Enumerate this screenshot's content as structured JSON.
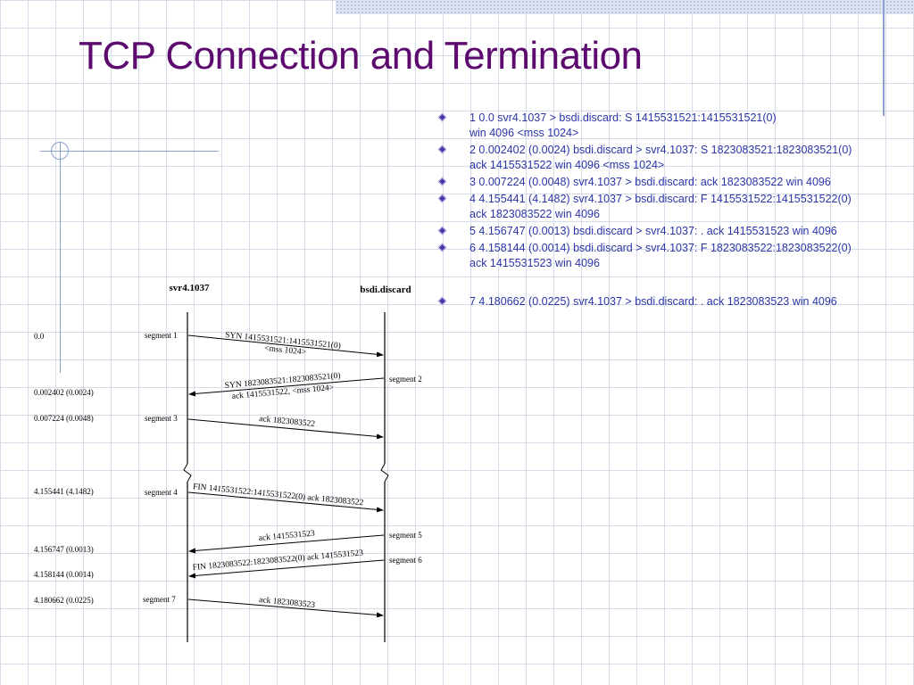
{
  "title": "TCP Connection and Termination",
  "bullets": [
    {
      "line1": "1 0.0 svr4.1037 > bsdi.discard: S 1415531521:1415531521(0)",
      "line2": "win 4096 <mss 1024>"
    },
    {
      "line1": "2 0.002402 (0.0024) bsdi.discard > svr4.1037: S 1823083521:1823083521(0)",
      "line2": "ack 1415531522 win 4096 <mss 1024>"
    },
    {
      "line1": "3 0.007224 (0.0048) svr4.1037 > bsdi.discard: ack 1823083522 win 4096",
      "line2": ""
    },
    {
      "line1": "4 4.155441 (4.1482) svr4.1037 > bsdi.discard: F 1415531522:1415531522(0)",
      "line2": "ack 1823083522 win 4096"
    },
    {
      "line1": "5 4.156747 (0.0013) bsdi.discard > svr4.1037: . ack 1415531523 win 4096",
      "line2": ""
    },
    {
      "line1": "6 4.158144 (0.0014) bsdi.discard > svr4.1037: F 1823083522:1823083522(0)",
      "line2": "ack 1415531523 win 4096"
    },
    {
      "line1": "7 4.180662 (0.0225) svr4.1037 > bsdi.discard: . ack 1823083523 win 4096",
      "line2": ""
    }
  ],
  "diagram": {
    "left_host": "svr4.1037",
    "right_host": "bsdi.discard",
    "times": [
      "0.0",
      "0.002402 (0.0024)",
      "0.007224 (0.0048)",
      "4.155441 (4.1482)",
      "4.156747 (0.0013)",
      "4.158144 (0.0014)",
      "4.180662 (0.0225)"
    ],
    "segments": [
      "segment 1",
      "segment 2",
      "segment 3",
      "segment 4",
      "segment 5",
      "segment 6",
      "segment 7"
    ],
    "labels": {
      "s1a": "SYN 1415531521:1415531521(0)",
      "s1b": "<mss 1024>",
      "s2a": "SYN 1823083521:1823083521(0)",
      "s2b": "ack 1415531522, <mss 1024>",
      "s3": "ack 1823083522",
      "s4": "FIN 1415531522:1415531522(0) ack 1823083522",
      "s5": "ack 1415531523",
      "s6": "FIN 1823083522:1823083522(0) ack 1415531523",
      "s7": "ack 1823083523"
    }
  },
  "colors": {
    "title": "#5c0a6e",
    "bullet_text": "#2b35a8",
    "bullet_icon": "#4a3aa8",
    "grid": "#d6dcea"
  }
}
